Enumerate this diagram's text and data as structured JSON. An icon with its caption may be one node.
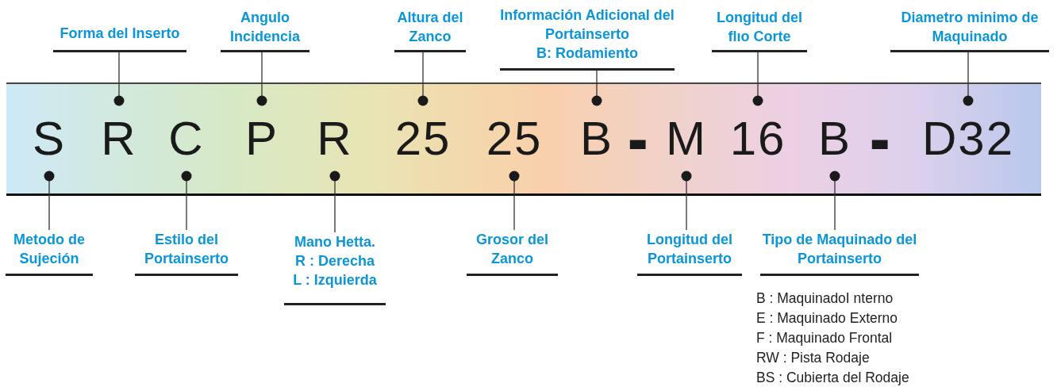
{
  "diagram": {
    "nodes": [
      {
        "text": [
          "Forma del Inserto"
        ]
      },
      {
        "text": [
          "Angulo Incidencia"
        ]
      },
      {
        "text": [
          "Altura del Zanco"
        ]
      },
      {
        "text": [
          "Información Adicional del Portainserto",
          "B: Rodamiento"
        ]
      },
      {
        "text": [
          "Longitud del flıo Corte"
        ]
      },
      {
        "text": [
          "Diametro minimo de Maquinado"
        ]
      },
      {
        "text": [],
        "shape": "bar"
      },
      {
        "text": [
          "S"
        ],
        "in": 6
      },
      {
        "text": [
          "R"
        ],
        "in": 6
      },
      {
        "text": [
          "C"
        ],
        "in": 6
      },
      {
        "text": [
          "P"
        ],
        "in": 6
      },
      {
        "text": [
          "R"
        ],
        "in": 6
      },
      {
        "text": [
          "25"
        ],
        "in": 6
      },
      {
        "text": [
          "25"
        ],
        "in": 6
      },
      {
        "text": [
          "B"
        ],
        "in": 6
      },
      {
        "text": [
          "-"
        ],
        "in": 6
      },
      {
        "text": [
          "M"
        ],
        "in": 6
      },
      {
        "text": [
          "16"
        ],
        "in": 6
      },
      {
        "text": [
          "B"
        ],
        "in": 6
      },
      {
        "text": [
          "-"
        ],
        "in": 6
      },
      {
        "text": [
          "D32"
        ],
        "in": 6
      },
      {
        "text": [
          "Metodo de Sujeción"
        ]
      },
      {
        "text": [
          "Estilo del Portainserto"
        ]
      },
      {
        "text": [
          "Mano Hetta.",
          "R : Derecha",
          "L : Izquierda"
        ]
      },
      {
        "text": [
          "Grosor del Zanco"
        ]
      },
      {
        "text": [
          "Longitud del Portainserto"
        ]
      },
      {
        "text": [
          "Tipo de Maquinado del Portainserto"
        ],
        "beside": [
          "B : MaquinadoI nterno",
          "E : Maquinado Externo",
          "F : Maquinado Frontal",
          "RW : Pista Rodaje",
          "BS : Cubierta del Rodaje"
        ]
      }
    ],
    "edges": [
      {
        "from": 0,
        "to": 8,
        "arrow": "other"
      },
      {
        "from": 1,
        "to": 10,
        "arrow": "other"
      },
      {
        "from": 2,
        "to": 12,
        "arrow": "other"
      },
      {
        "from": 3,
        "to": 14,
        "arrow": "other"
      },
      {
        "from": 4,
        "to": 17,
        "arrow": "other"
      },
      {
        "from": 5,
        "to": 20,
        "arrow": "other"
      },
      {
        "from": 21,
        "to": 7,
        "arrow": "other"
      },
      {
        "from": 22,
        "to": 9,
        "arrow": "other"
      },
      {
        "from": 23,
        "to": 11,
        "arrow": "other"
      },
      {
        "from": 24,
        "to": 13,
        "arrow": "other"
      },
      {
        "from": 25,
        "to": 16,
        "arrow": "other"
      },
      {
        "from": 26,
        "to": 18,
        "arrow": "other"
      }
    ]
  }
}
